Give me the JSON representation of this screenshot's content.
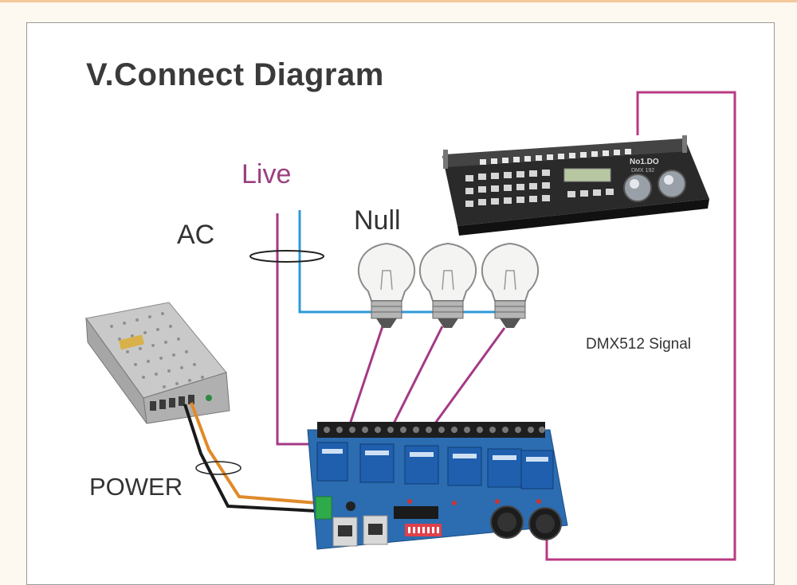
{
  "title": "V.Connect Diagram",
  "labels": {
    "live": "Live",
    "null": "Null",
    "ac": "AC",
    "power": "POWER",
    "dmx_signal": "DMX512 Signal"
  },
  "controller": {
    "brand": "No1.DO",
    "model": "DMX 192"
  },
  "colors": {
    "live_wire": "#a43a86",
    "null_wire": "#2c9ad8",
    "dmx_wire": "#b83a82",
    "power_positive": "#e08a28",
    "power_negative": "#1a1a1a",
    "board": "#2c6cb0",
    "relay": "#1e5ea8"
  },
  "icons": [
    "dmx-controller-icon",
    "power-supply-icon",
    "light-bulb-icon",
    "relay-board-icon"
  ]
}
